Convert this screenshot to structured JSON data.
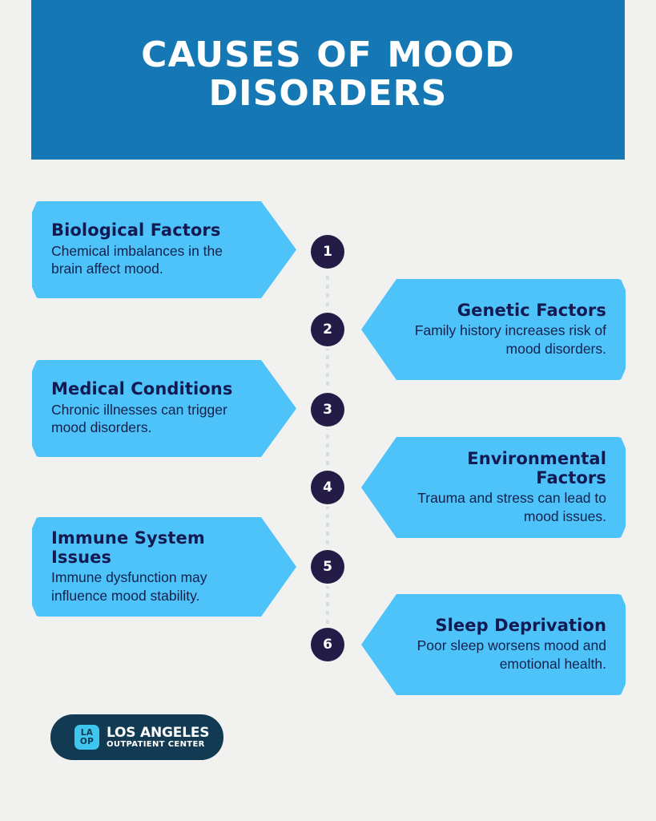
{
  "page": {
    "background_color": "#f1f1f0",
    "card_color": "#4ec3f9",
    "banner_color": "#1578b4",
    "navy_color": "#241c47",
    "text_color": "#131a52"
  },
  "header": {
    "title": "CAUSES OF MOOD DISORDERS"
  },
  "steps": [
    {
      "number": "1",
      "side": "left",
      "title": "Biological Factors",
      "body": "Chemical imbalances in the brain affect mood."
    },
    {
      "number": "2",
      "side": "right",
      "title": "Genetic Factors",
      "body": "Family history increases risk of mood disorders."
    },
    {
      "number": "3",
      "side": "left",
      "title": "Medical Conditions",
      "body": "Chronic illnesses can trigger mood disorders."
    },
    {
      "number": "4",
      "side": "right",
      "title": "Environmental Factors",
      "body": "Trauma and stress can lead to mood issues."
    },
    {
      "number": "5",
      "side": "left",
      "title": "Immune System Issues",
      "body": "Immune dysfunction may influence mood stability."
    },
    {
      "number": "6",
      "side": "right",
      "title": "Sleep Deprivation",
      "body": "Poor sleep worsens mood and emotional health."
    }
  ],
  "logo": {
    "mark_line1": "LA",
    "mark_line2": "OP",
    "name_line1": "LOS ANGELES",
    "name_line2": "OUTPATIENT CENTER"
  }
}
